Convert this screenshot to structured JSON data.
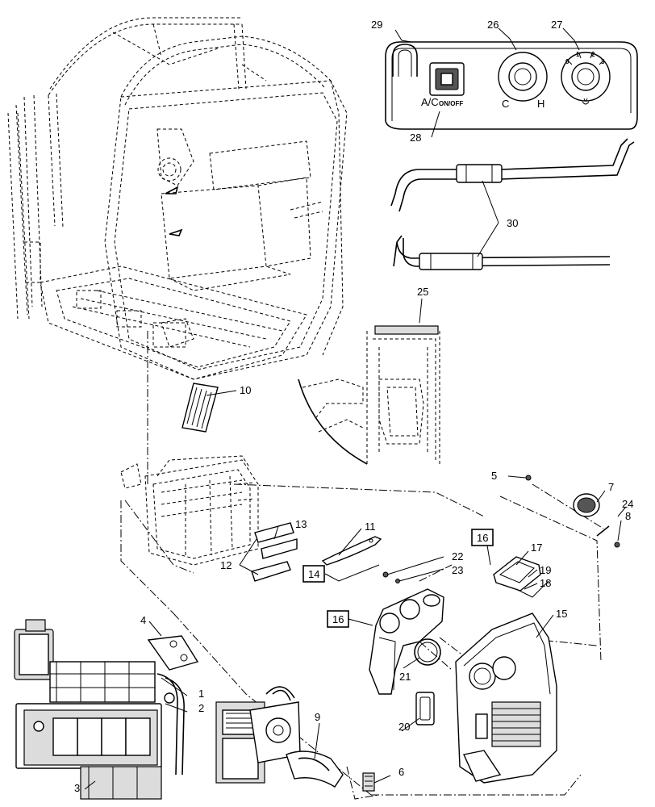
{
  "panel": {
    "ac_label": "A/C",
    "onoff_label": "ON/OFF",
    "cold_label": "C",
    "hot_label": "H",
    "fan_ticks": [
      "0",
      "1",
      "2",
      "3"
    ]
  },
  "callouts": {
    "c1": "1",
    "c2": "2",
    "c3": "3",
    "c4": "4",
    "c5": "5",
    "c6": "6",
    "c7": "7",
    "c8": "8",
    "c9": "9",
    "c10": "10",
    "c11": "11",
    "c12": "12",
    "c13": "13",
    "c14": "14",
    "c15": "15",
    "c16a": "16",
    "c16b": "16",
    "c17": "17",
    "c18": "18",
    "c19": "19",
    "c20": "20",
    "c21": "21",
    "c22": "22",
    "c23": "23",
    "c24": "24",
    "c25": "25",
    "c26": "26",
    "c27": "27",
    "c28": "28",
    "c29": "29",
    "c30": "30"
  }
}
